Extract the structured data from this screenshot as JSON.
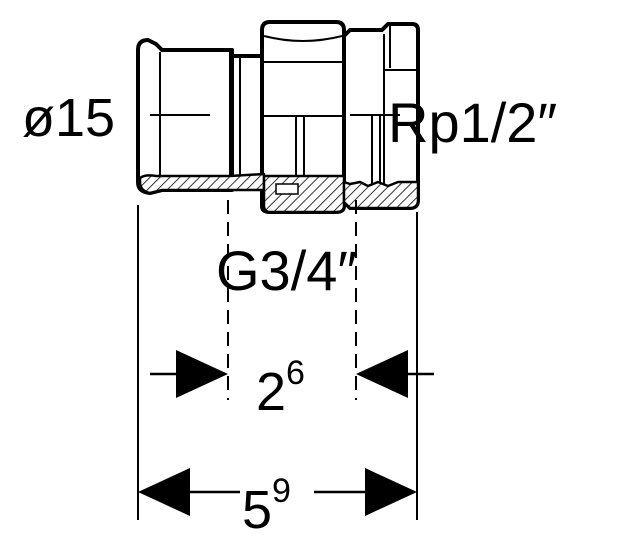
{
  "labels": {
    "pipe_diameter": "ø15",
    "inner_thread": "Rp1/2″",
    "union_thread": "G3/4″",
    "dim_inner_base": "2",
    "dim_inner_exp": "6",
    "dim_total_base": "5",
    "dim_total_exp": "9"
  },
  "colors": {
    "line": "#000000",
    "background": "#ffffff"
  }
}
